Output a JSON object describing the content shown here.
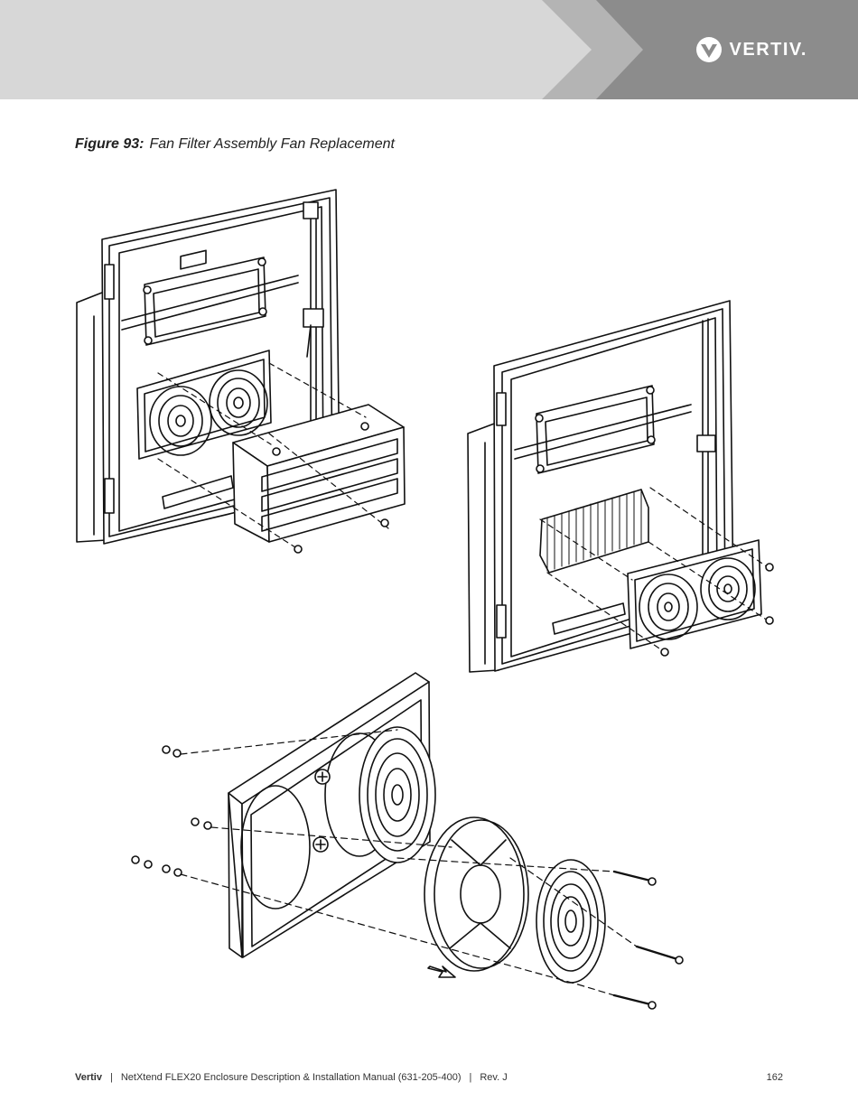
{
  "header": {
    "brand": "VERTIV.",
    "band_color": "#d7d7d7",
    "wedge_light": "#b4b4b4",
    "wedge_dark": "#8c8c8c"
  },
  "figure": {
    "number": "Figure 93:",
    "title": "Fan Filter Assembly Fan Replacement"
  },
  "footer": {
    "brand": "Vertiv",
    "document": "NetXtend FLEX20 Enclosure Description & Installation Manual (631-205-400)",
    "revision": "Rev. J",
    "page": "162"
  }
}
